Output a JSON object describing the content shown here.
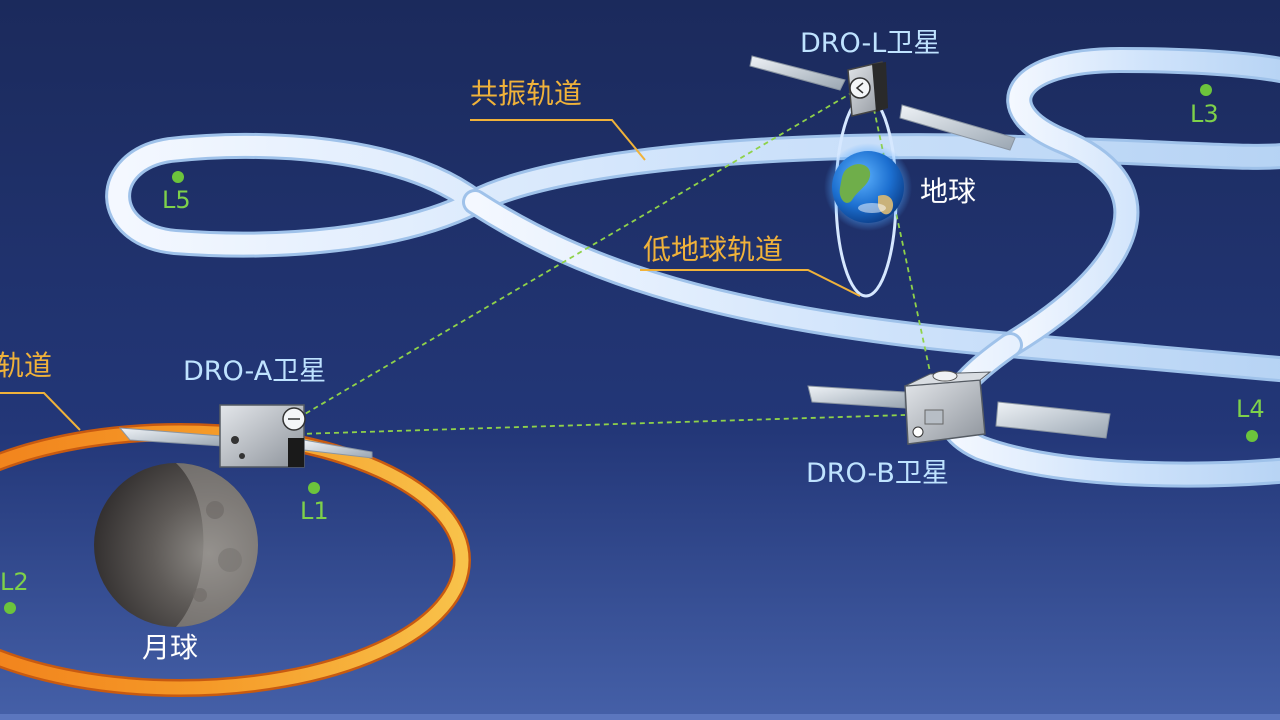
{
  "satellites": {
    "dro_l": "DRO-L卫星",
    "dro_a": "DRO-A卫星",
    "dro_b": "DRO-B卫星"
  },
  "orbits": {
    "resonance": "共振轨道",
    "low_earth": "低地球轨道",
    "distant_retrograde_partial": "轨道"
  },
  "bodies": {
    "earth": "地球",
    "moon": "月球"
  },
  "lagrange_points": {
    "l1": "L1",
    "l2": "L2",
    "l3": "L3",
    "l4": "L4",
    "l5": "L5"
  },
  "colors": {
    "background_top": "#1b2a5c",
    "background_bottom": "#3f5aa0",
    "resonance_orbit": "#dcecff",
    "lunar_orbit": "#f5891e",
    "link_line": "#8fd24a",
    "lagrange_point": "#6cc43c",
    "satellite_label": "#bfe3ff",
    "orbit_label": "#f0b23a"
  }
}
